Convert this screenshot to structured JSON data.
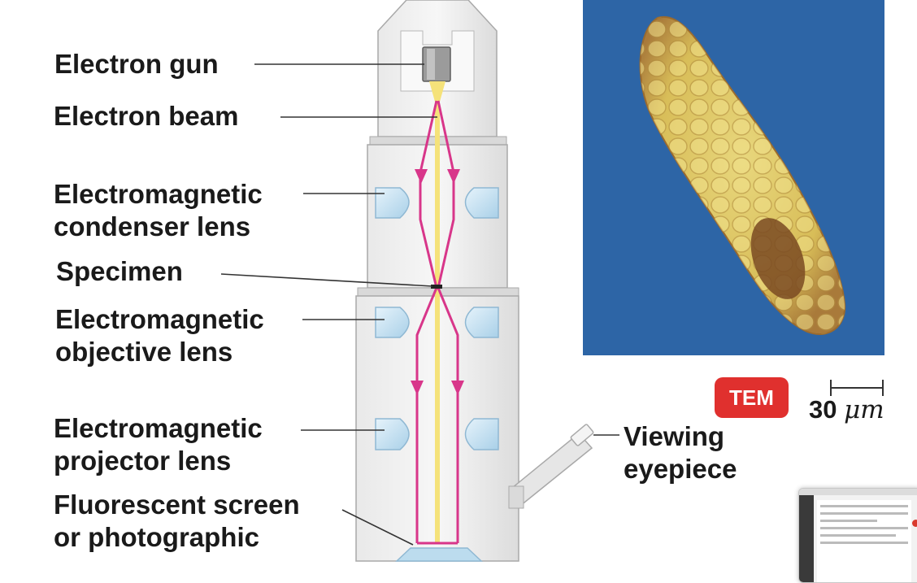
{
  "labels": {
    "electron_gun": "Electron gun",
    "electron_beam": "Electron beam",
    "condenser_lens": "Electromagnetic\ncondenser lens",
    "specimen": "Specimen",
    "objective_lens": "Electromagnetic\nobjective lens",
    "projector_lens": "Electromagnetic\nprojector lens",
    "screen": "Fluorescent screen\nor photographic",
    "viewing_eyepiece": "Viewing\neyepiece"
  },
  "micrograph": {
    "badge": "TEM",
    "scale_value": "30",
    "scale_unit": "μm"
  },
  "colors": {
    "beam_path": "#d8368a",
    "beam_core": "#f5e27a",
    "lens": "#bcdcee",
    "column": "#e4e4e4",
    "background_panel": "#2d65a6",
    "badge": "#e0302e"
  }
}
